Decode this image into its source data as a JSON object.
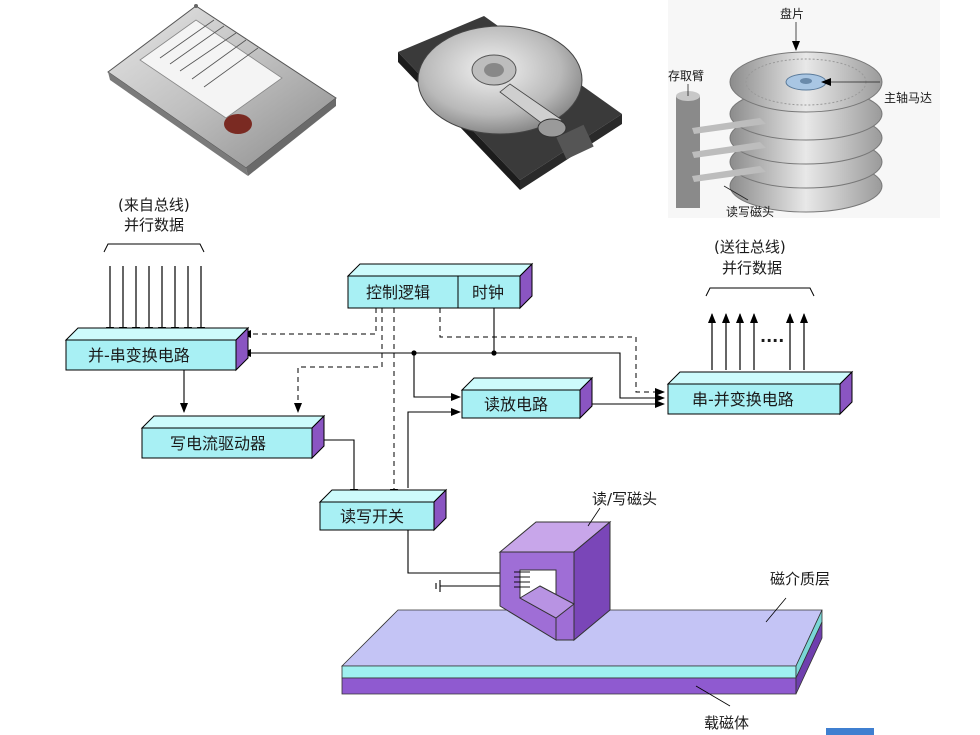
{
  "photos": {
    "platter_label": "盘片",
    "arm_label": "存取臂",
    "spindle_label": "主轴马达",
    "head_label": "读写磁头"
  },
  "bus_in": {
    "line1": "(来自总线)",
    "line2": "并行数据"
  },
  "bus_out": {
    "line1": "(送往总线)",
    "line2": "并行数据",
    "dots": "····"
  },
  "blocks": {
    "control_logic": "控制逻辑",
    "clock": "时钟",
    "par_to_ser": "并-串变换电路",
    "write_driver": "写电流驱动器",
    "read_amp": "读放电路",
    "ser_to_par": "串-并变换电路",
    "rw_switch": "读写开关"
  },
  "media": {
    "head_label": "读/写磁头",
    "medium_label": "磁介质层",
    "substrate_label": "载磁体"
  },
  "colors": {
    "block_front": "#a8f0f4",
    "block_top": "#cdfbfc",
    "block_side": "#8a55c2",
    "slab_top": "#c4c4f5",
    "slab_cyan": "#9ff0f0",
    "slab_purple": "#8f5ad0",
    "head_front": "#9f6ed6",
    "head_top": "#c8a6ea"
  }
}
